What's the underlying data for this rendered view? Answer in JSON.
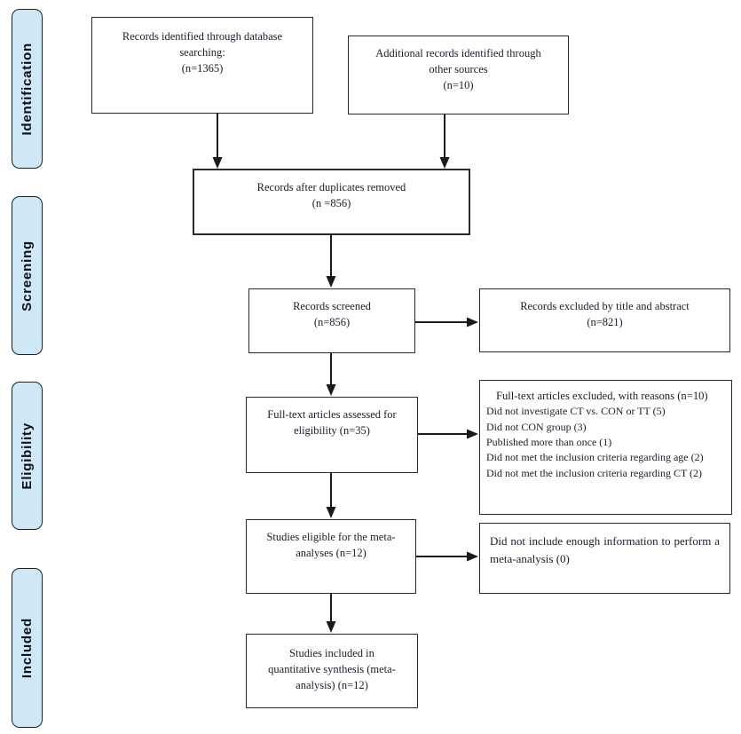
{
  "sidebar": {
    "stages": [
      {
        "label": "Identification"
      },
      {
        "label": "Screening"
      },
      {
        "label": "Eligibility"
      },
      {
        "label": "Included"
      }
    ]
  },
  "flow": {
    "identified_db": {
      "text": "Records identified through database\nsearching:\n(n=1365)"
    },
    "identified_other": {
      "text": "Additional records identified through\nother sources\n(n=10)"
    },
    "after_duplicates": {
      "text": "Records after duplicates removed\n(n =856)"
    },
    "screened": {
      "text": "Records screened\n(n=856)"
    },
    "excluded_title_abstract": {
      "text": "Records excluded by title and abstract\n(n=821)"
    },
    "fulltext_assessed": {
      "text": "Full-text articles assessed for\neligibility (n=35)"
    },
    "fulltext_excluded": {
      "heading": "Full-text articles excluded, with reasons (n=10)",
      "reasons": [
        "Did not investigate CT vs. CON or TT (5)",
        "Did not CON group (3)",
        "Published more than once (1)",
        "Did not met the inclusion criteria regarding age (2)",
        "Did not met the inclusion criteria regarding CT (2)"
      ]
    },
    "eligible_meta": {
      "text": "Studies eligible for the meta-\nanalyses (n=12)"
    },
    "excluded_no_info": {
      "text": "Did not include enough information to perform a meta-analysis (0)"
    },
    "included_quant": {
      "text": "Studies included in\nquantitative synthesis (meta-\nanalysis) (n=12)"
    }
  },
  "colors": {
    "stage_fill": "#cfe8f8",
    "box_border": "#2a2a2a",
    "arrow": "#1a1a1a",
    "text": "#1c1c2b"
  }
}
